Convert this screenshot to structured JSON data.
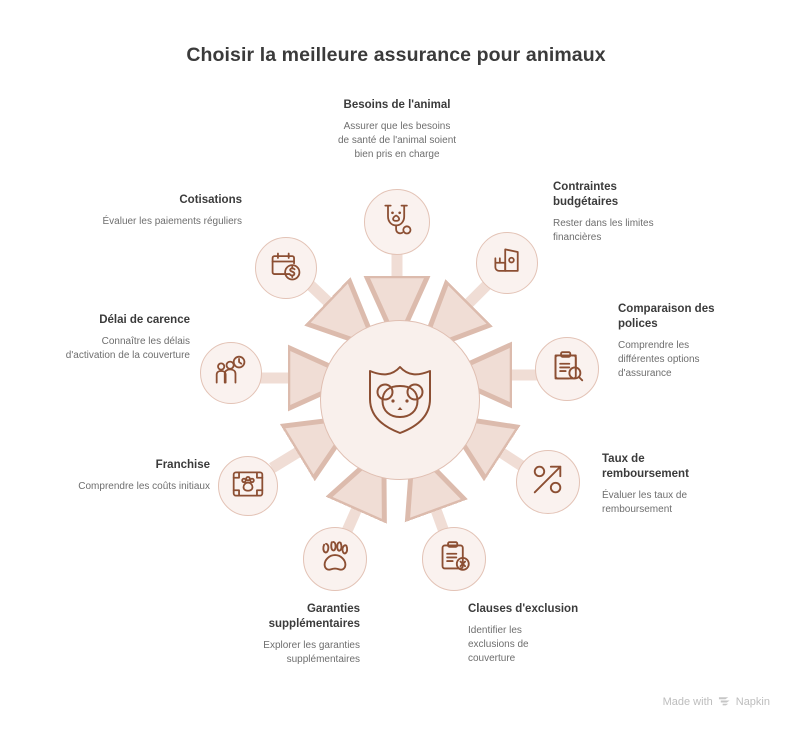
{
  "page": {
    "title": "Choisir la meilleure assurance pour animaux",
    "background": "#ffffff",
    "accent": "#9c5a3c",
    "node_fill": "#faf2ef",
    "node_stroke": "#e3c3b6",
    "hub_fill": "#f9f0ec",
    "hub_stroke": "#e0bfb2",
    "title_color": "#3b3b3b",
    "desc_color": "#6e6e6e"
  },
  "hub": {
    "icon": "shield-pet-icon",
    "label": ""
  },
  "nodes": [
    {
      "id": "besoins-animal",
      "title": "Besoins de l'animal",
      "desc": "Assurer que les besoins de santé de l'animal soient bien pris en charge",
      "icon": "stethoscope-pet-icon",
      "align": "center"
    },
    {
      "id": "contraintes-budgetaires",
      "title": "Contraintes budgétaires",
      "desc": "Rester dans les limites financières",
      "icon": "money-wallet-icon",
      "align": "left"
    },
    {
      "id": "comparaison-polices",
      "title": "Comparaison des polices",
      "desc": "Comprendre les différentes options d'assurance",
      "icon": "clipboard-search-icon",
      "align": "left"
    },
    {
      "id": "taux-remboursement",
      "title": "Taux de remboursement",
      "desc": "Évaluer les taux de remboursement",
      "icon": "percent-arrow-icon",
      "align": "left"
    },
    {
      "id": "clauses-exclusion",
      "title": "Clauses d'exclusion",
      "desc": "Identifier les exclusions de couverture",
      "icon": "clipboard-x-icon",
      "align": "left"
    },
    {
      "id": "garanties-supplementaires",
      "title": "Garanties supplémentaires",
      "desc": "Explorer les  garanties supplémentaires",
      "icon": "paw-icon",
      "align": "right"
    },
    {
      "id": "franchise",
      "title": "Franchise",
      "desc": "Comprendre les coûts initiaux",
      "icon": "paw-frame-icon",
      "align": "right"
    },
    {
      "id": "delai-carence",
      "title": "Délai de carence",
      "desc": "Connaître les délais d'activation de la couverture",
      "icon": "people-clock-icon",
      "align": "right"
    },
    {
      "id": "cotisations",
      "title": "Cotisations",
      "desc": "Évaluer les paiements réguliers",
      "icon": "calendar-dollar-icon",
      "align": "right"
    }
  ],
  "footer": {
    "prefix": "Made with",
    "brand": "Napkin",
    "icon": "napkin-logo-icon"
  }
}
